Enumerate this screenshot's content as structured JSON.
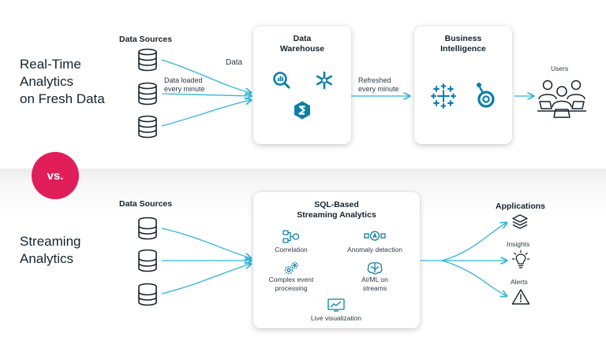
{
  "colors": {
    "accent": "#2db5d4",
    "vs_badge": "#df1e5a",
    "text": "#16232c"
  },
  "top": {
    "title_lines": [
      "Real-Time",
      "Analytics",
      "on Fresh Data"
    ],
    "data_sources_label": "Data Sources",
    "data_label": "Data",
    "loaded_label_lines": [
      "Data loaded",
      "every minute"
    ],
    "warehouse_title_lines": [
      "Data",
      "Warehouse"
    ],
    "warehouse_icons": [
      "bigquery-icon",
      "snowflake-icon",
      "azure-synapse-icon"
    ],
    "refreshed_label_lines": [
      "Refreshed",
      "every minute"
    ],
    "bi_title_lines": [
      "Business",
      "Intelligence"
    ],
    "bi_icons": [
      "tableau-icon",
      "looker-icon"
    ],
    "users_label": "Users"
  },
  "vs_label": "vs.",
  "bottom": {
    "title_lines": [
      "Streaming",
      "Analytics"
    ],
    "data_sources_label": "Data Sources",
    "sql_title_lines": [
      "SQL-Based",
      "Streaming Analytics"
    ],
    "features": {
      "correlation": "Correlation",
      "anomaly": "Anomaly detection",
      "complex_lines": [
        "Complex event",
        "processing"
      ],
      "aiml_lines": [
        "AI/ML on",
        "streams"
      ],
      "live_viz": "Live visualization"
    },
    "outputs": {
      "applications": "Applications",
      "insights": "Insights",
      "alerts": "Alerts"
    }
  }
}
